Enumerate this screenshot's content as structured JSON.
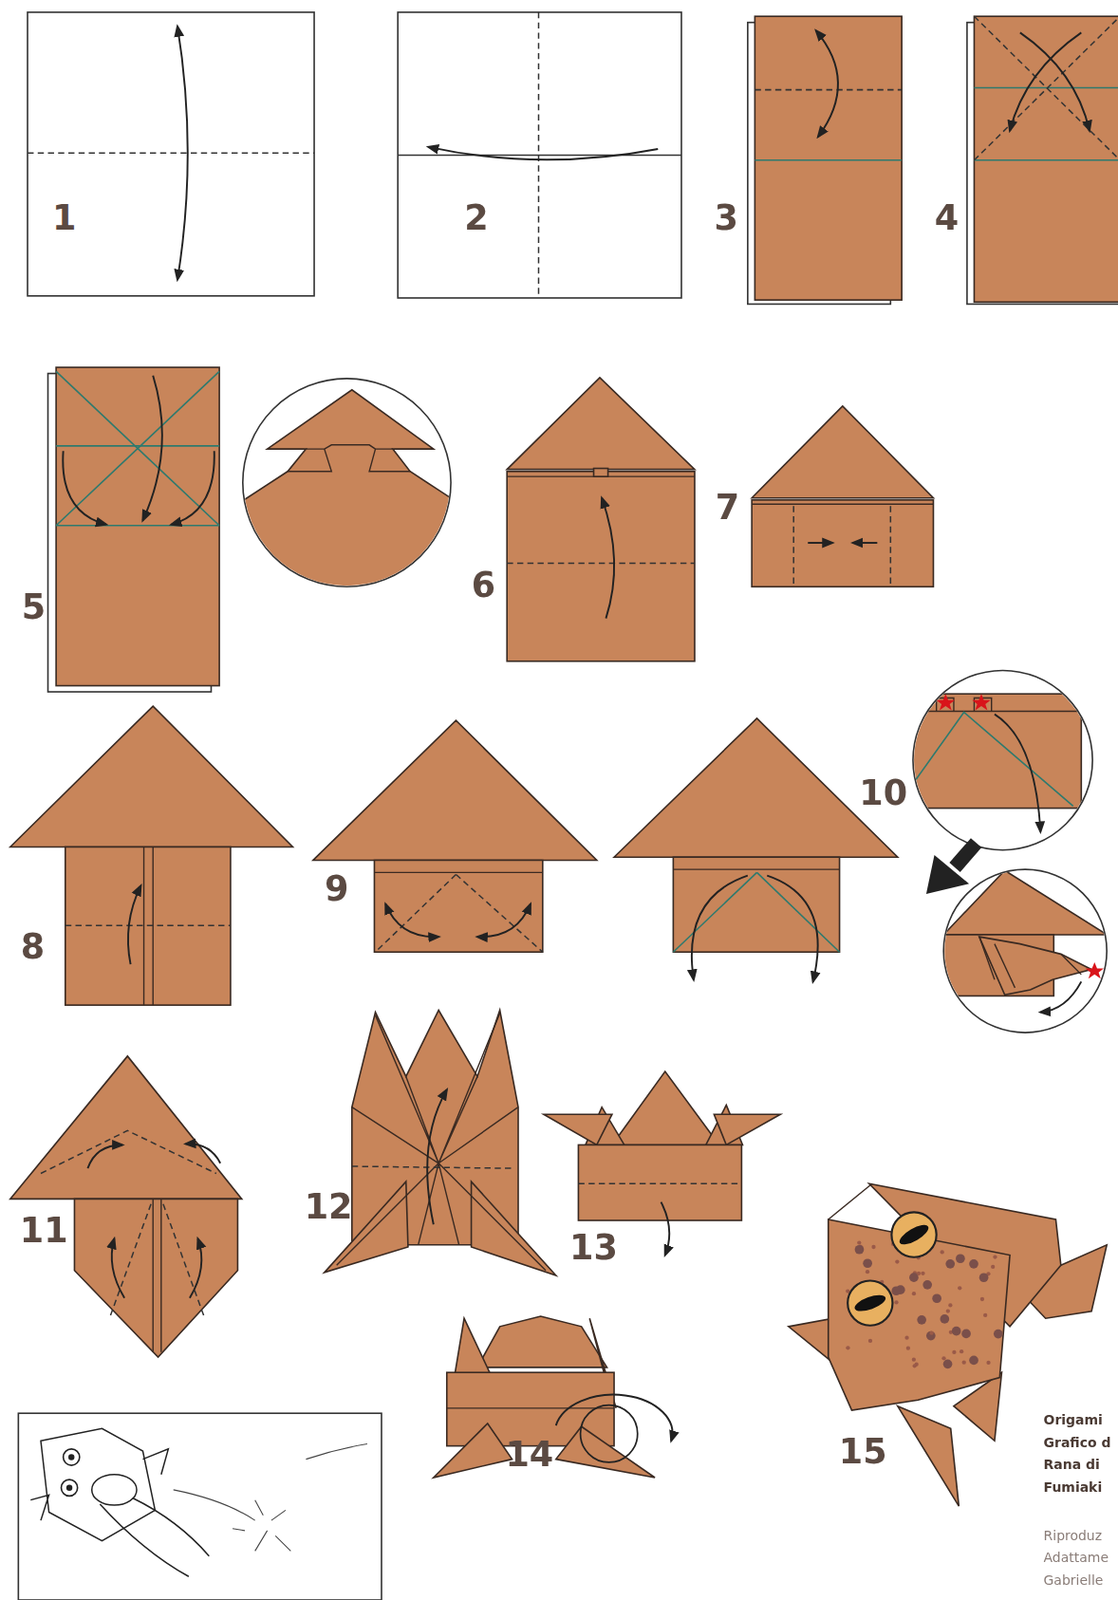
{
  "diagram": {
    "labels": [
      "1",
      "2",
      "3",
      "4",
      "5",
      "6",
      "7",
      "8",
      "9",
      "10",
      "11",
      "12",
      "13",
      "14",
      "15",
      "Origami",
      "Grafico d",
      "Rana di",
      "Fumiaki",
      "Riproduz",
      "Adattame",
      "Gabrielle"
    ]
  }
}
